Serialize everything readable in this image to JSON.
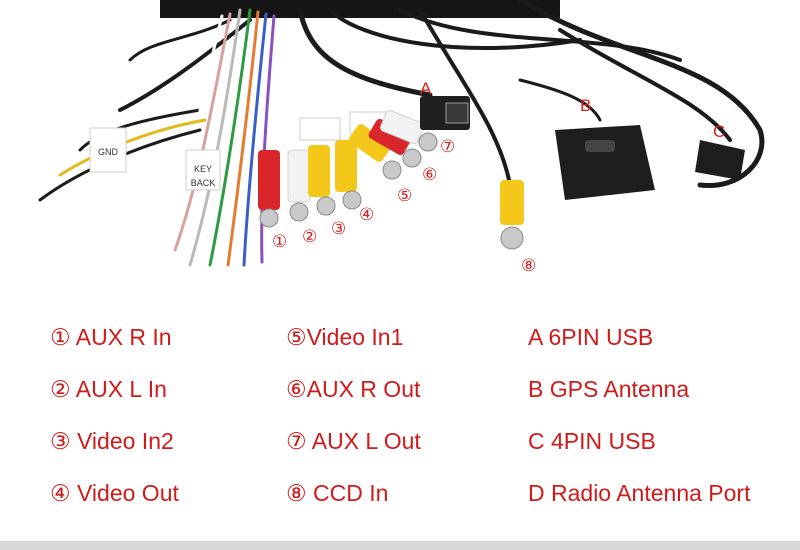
{
  "photo": {
    "markers": {
      "m1": "①",
      "m2": "②",
      "m3": "③",
      "m4": "④",
      "m5": "⑤",
      "m6": "⑥",
      "m7": "⑦",
      "m8": "⑧",
      "a": "A",
      "b": "B",
      "c": "C"
    },
    "tags": {
      "gnd": "GND",
      "key": "KEY",
      "back": "BACK"
    }
  },
  "legend": {
    "col1": [
      "① AUX R In",
      "② AUX L In",
      "③ Video In2",
      "④ Video Out"
    ],
    "col2": [
      "⑤Video In1",
      "⑥AUX R Out",
      "⑦ AUX L Out",
      "⑧ CCD In"
    ],
    "col3": [
      "A 6PIN USB",
      "B GPS Antenna",
      "C 4PIN USB",
      "D Radio Antenna Port"
    ]
  },
  "colors": {
    "label_red": "#d11a1a",
    "rca_red": "#d8262b",
    "rca_white": "#f2f2f2",
    "rca_yellow": "#f3c81a",
    "cable_black": "#1b1b1b"
  }
}
